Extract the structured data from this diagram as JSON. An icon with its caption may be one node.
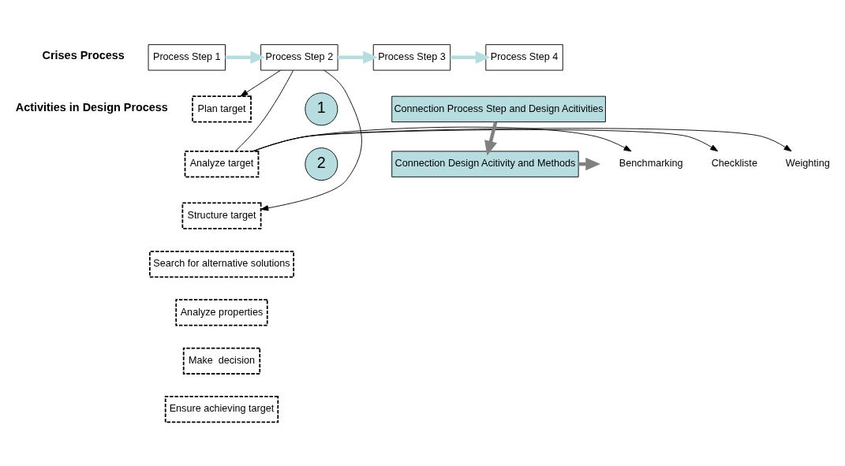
{
  "diagram": {
    "nodes": [
      {
        "text": [
          "Process Step 1"
        ]
      },
      {
        "text": [
          "Process Step 2"
        ]
      },
      {
        "text": [
          "Process Step 3"
        ]
      },
      {
        "text": [
          "Process Step 4"
        ]
      },
      {
        "text": [
          "Plan target"
        ]
      },
      {
        "text": [
          "Analyze target"
        ]
      },
      {
        "text": [
          "Structure target"
        ]
      },
      {
        "text": [
          "Search for alternative solutions"
        ]
      },
      {
        "text": [
          "Analyze properties"
        ]
      },
      {
        "text": [
          "Make  decision"
        ]
      },
      {
        "text": [
          "Ensure achieving target"
        ]
      },
      {
        "text": [
          "1"
        ]
      },
      {
        "text": [
          "Connection Process Step and Design Acitivities"
        ]
      },
      {
        "text": [
          "2"
        ]
      },
      {
        "text": [
          "Connection Design Acitivity and Methods"
        ]
      },
      {
        "text": [
          "Benchmarking"
        ]
      },
      {
        "text": [
          "Checkliste"
        ]
      },
      {
        "text": [
          "Weighting"
        ]
      }
    ],
    "edges": [
      {
        "from": 0,
        "to": 1,
        "arrow": "to",
        "style": "thick",
        "color": "#b7dde0"
      },
      {
        "from": 1,
        "to": 2,
        "arrow": "to",
        "style": "thick",
        "color": "#b7dde0"
      },
      {
        "from": 2,
        "to": 3,
        "arrow": "to",
        "style": "thick",
        "color": "#b7dde0"
      },
      {
        "from": 1,
        "to": 4,
        "arrow": "to"
      },
      {
        "from": 1,
        "to": 5,
        "arrow": "none"
      },
      {
        "from": 1,
        "to": 6,
        "arrow": "to"
      },
      {
        "from": 5,
        "to": 15,
        "arrow": "to"
      },
      {
        "from": 5,
        "to": 16,
        "arrow": "to"
      },
      {
        "from": 5,
        "to": 17,
        "arrow": "to"
      },
      {
        "from": 12,
        "to": 14,
        "arrow": "to",
        "style": "thick",
        "color": "#808080"
      },
      {
        "from": 14,
        "to": null,
        "arrow": "to",
        "style": "thick",
        "color": "#808080"
      }
    ],
    "labels": [
      "Crises Process",
      "Activities in Design Process"
    ]
  }
}
